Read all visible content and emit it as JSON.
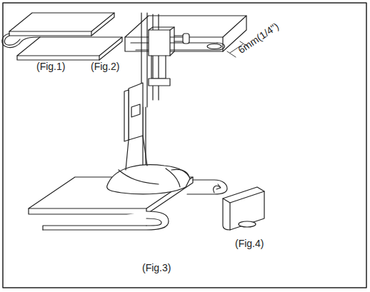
{
  "diagram": {
    "labels": [
      "(Fig.1)",
      "(Fig.2)",
      "6mm(1/4\")",
      "(Fig.3)",
      "(Fig.4)"
    ]
  }
}
